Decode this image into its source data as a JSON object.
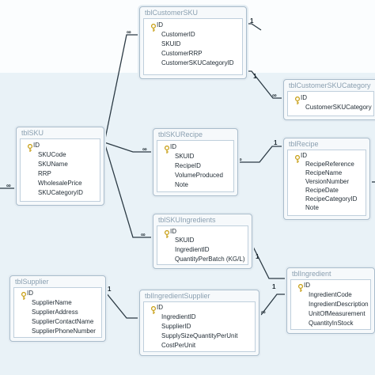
{
  "tables": {
    "customer_sku": {
      "title": "tblCustomerSKU",
      "fields": [
        "ID",
        "CustomerID",
        "SKUID",
        "CustomerRRP",
        "CustomerSKUCategoryID"
      ]
    },
    "customer_sku_category": {
      "title": "tblCustomerSKUCategory",
      "fields": [
        "ID",
        "CustomerSKUCategory"
      ]
    },
    "sku": {
      "title": "tblSKU",
      "fields": [
        "ID",
        "SKUCode",
        "SKUName",
        "RRP",
        "WholesalePrice",
        "SKUCategoryID"
      ]
    },
    "sku_recipe": {
      "title": "tblSKURecipe",
      "fields": [
        "ID",
        "SKUID",
        "RecipeID",
        "VolumeProduced",
        "Note"
      ]
    },
    "recipe": {
      "title": "tblRecipe",
      "fields": [
        "ID",
        "RecipeReference",
        "RecipeName",
        "VersionNumber",
        "RecipeDate",
        "RecipeCategoryID",
        "Note"
      ]
    },
    "sku_ingredients": {
      "title": "tblSKUIngredients",
      "fields": [
        "ID",
        "SKUID",
        "IngredientID",
        "QuantityPerBatch (KG/L)"
      ]
    },
    "supplier": {
      "title": "tblSupplier",
      "fields": [
        "ID",
        "SupplierName",
        "SupplierAddress",
        "SupplierContactName",
        "SupplierPhoneNumber"
      ]
    },
    "ingredient_supplier": {
      "title": "tblIngredientSupplier",
      "fields": [
        "ID",
        "IngredientID",
        "SupplierID",
        "SupplySizeQuantityPerUnit",
        "CostPerUnit"
      ]
    },
    "ingredient": {
      "title": "tblIngredient",
      "fields": [
        "ID",
        "IngredientCode",
        "IngredientDescription",
        "UnitOfMeasurement",
        "QuantityInStock"
      ]
    }
  },
  "cardinality": {
    "one": "1",
    "many": "∞"
  },
  "icons": {
    "primary_key": "key-icon"
  },
  "colors": {
    "line": "#2b3a44",
    "title": "#8a9fb0",
    "border": "#a9bccb"
  }
}
